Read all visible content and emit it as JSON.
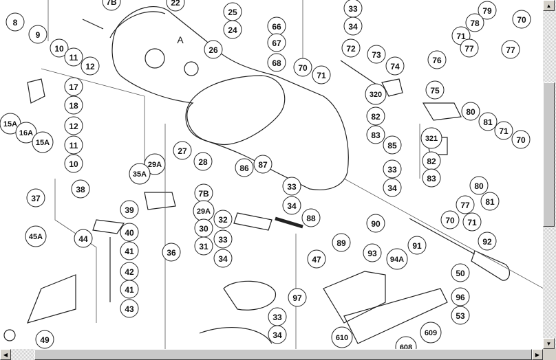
{
  "diagram": {
    "detail_label": "A",
    "callouts": [
      "8",
      "9",
      "7B",
      "22",
      "25",
      "24",
      "10",
      "11",
      "12",
      "26",
      "66",
      "67",
      "68",
      "17",
      "18",
      "12",
      "11",
      "10",
      "15A",
      "16A",
      "15A",
      "33",
      "34",
      "70",
      "71",
      "72",
      "73",
      "74",
      "79",
      "78",
      "70",
      "71",
      "77",
      "77",
      "76",
      "75",
      "320",
      "82",
      "83",
      "80",
      "81",
      "71",
      "70",
      "321",
      "82",
      "83",
      "85",
      "33",
      "34",
      "80",
      "81",
      "77",
      "71",
      "70",
      "86",
      "87",
      "33",
      "34",
      "27",
      "28",
      "29A",
      "35A",
      "7B",
      "29A",
      "30",
      "31",
      "36",
      "38",
      "39",
      "40",
      "41",
      "42",
      "41",
      "43",
      "37",
      "44",
      "45A",
      "32",
      "33",
      "34",
      "88",
      "90",
      "89",
      "91",
      "92",
      "47",
      "93",
      "94A",
      "50",
      "96",
      "53",
      "97",
      "33",
      "34",
      "609",
      "610",
      "608",
      "49"
    ]
  },
  "scrollbars": {
    "up_arrow": "▲",
    "down_arrow": "▼",
    "left_arrow": "◀",
    "right_arrow": "▶"
  }
}
